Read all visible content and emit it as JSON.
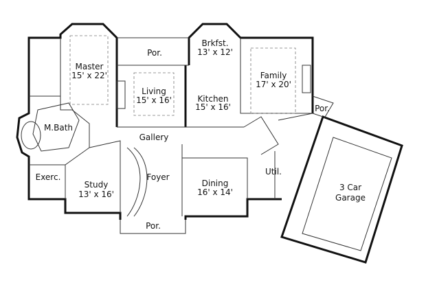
{
  "rooms": {
    "master": {
      "name": "Master",
      "size": "15' x 22'"
    },
    "living": {
      "name": "Living",
      "size": "15' x 16'"
    },
    "porch_rear": {
      "name": "Por."
    },
    "breakfast": {
      "name": "Brkfst.",
      "size": "13' x 12'"
    },
    "kitchen": {
      "name": "Kitchen",
      "size": "15' x 16'"
    },
    "family": {
      "name": "Family",
      "size": "17' x 20'"
    },
    "porch_side": {
      "name": "Por."
    },
    "master_bath": {
      "name": "M.Bath"
    },
    "gallery": {
      "name": "Gallery"
    },
    "foyer": {
      "name": "Foyer"
    },
    "study": {
      "name": "Study",
      "size": "13' x 16'"
    },
    "exercise": {
      "name": "Exerc."
    },
    "dining": {
      "name": "Dining",
      "size": "16' x 14'"
    },
    "utility": {
      "name": "Util."
    },
    "garage": {
      "name": "3 Car",
      "name2": "Garage"
    },
    "porch_front": {
      "name": "Por."
    }
  }
}
